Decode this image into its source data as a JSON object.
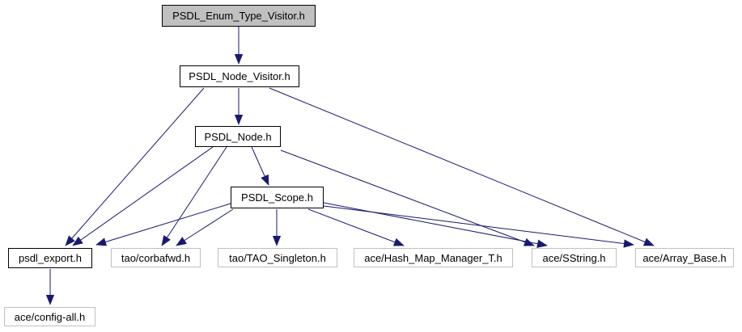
{
  "diagram": {
    "type": "include-dependency-graph",
    "colors": {
      "edge": "#191970",
      "node_fill": "#ffffff",
      "current_node_fill": "#c0c0c0",
      "linked_node_border": "#000000",
      "external_node_border": "#c0c0c0",
      "text": "#000000"
    },
    "nodes": [
      {
        "label": "PSDL_Enum_Type_Visitor.h",
        "role": "current"
      },
      {
        "label": "PSDL_Node_Visitor.h",
        "role": "linked"
      },
      {
        "label": "PSDL_Node.h",
        "role": "linked"
      },
      {
        "label": "PSDL_Scope.h",
        "role": "linked"
      },
      {
        "label": "psdl_export.h",
        "role": "linked"
      },
      {
        "label": "tao/corbafwd.h",
        "role": "external"
      },
      {
        "label": "tao/TAO_Singleton.h",
        "role": "external"
      },
      {
        "label": "ace/Hash_Map_Manager_T.h",
        "role": "external"
      },
      {
        "label": "ace/SString.h",
        "role": "external"
      },
      {
        "label": "ace/Array_Base.h",
        "role": "external"
      },
      {
        "label": "ace/config-all.h",
        "role": "external"
      }
    ],
    "edges": [
      {
        "from": "PSDL_Enum_Type_Visitor.h",
        "to": "PSDL_Node_Visitor.h"
      },
      {
        "from": "PSDL_Node_Visitor.h",
        "to": "psdl_export.h"
      },
      {
        "from": "PSDL_Node_Visitor.h",
        "to": "PSDL_Node.h"
      },
      {
        "from": "PSDL_Node_Visitor.h",
        "to": "ace/Array_Base.h"
      },
      {
        "from": "PSDL_Node.h",
        "to": "psdl_export.h"
      },
      {
        "from": "PSDL_Node.h",
        "to": "tao/corbafwd.h"
      },
      {
        "from": "PSDL_Node.h",
        "to": "PSDL_Scope.h"
      },
      {
        "from": "PSDL_Node.h",
        "to": "ace/SString.h"
      },
      {
        "from": "PSDL_Scope.h",
        "to": "psdl_export.h"
      },
      {
        "from": "PSDL_Scope.h",
        "to": "tao/corbafwd.h"
      },
      {
        "from": "PSDL_Scope.h",
        "to": "tao/TAO_Singleton.h"
      },
      {
        "from": "PSDL_Scope.h",
        "to": "ace/Hash_Map_Manager_T.h"
      },
      {
        "from": "PSDL_Scope.h",
        "to": "ace/SString.h"
      },
      {
        "from": "PSDL_Scope.h",
        "to": "ace/Array_Base.h"
      },
      {
        "from": "psdl_export.h",
        "to": "ace/config-all.h"
      }
    ]
  }
}
